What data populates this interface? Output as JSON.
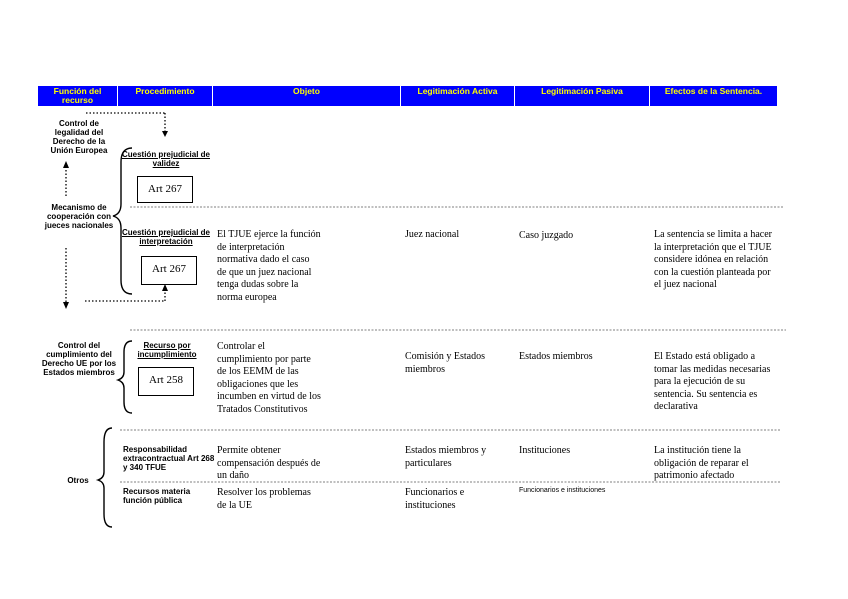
{
  "headers": [
    "Función del recurso",
    "Procedimiento",
    "Objeto",
    "Legitimación Activa",
    "Legitimación Pasiva",
    "Efectos de la Sentencia."
  ],
  "functions": {
    "control_legalidad": "Control de legalidad del Derecho de la Unión Europea",
    "mecanismo": "Mecanismo de cooperación con jueces nacionales",
    "control_cumplimiento": "Control del cumplimiento del Derecho UE por los Estados miembros",
    "otros": "Otros"
  },
  "rows": {
    "validez": {
      "procedimiento": "Cuestión prejudicial de validez",
      "articulo": "Art 267"
    },
    "interpretacion": {
      "procedimiento": "Cuestión prejudicial de interpretación",
      "articulo": "Art 267",
      "objeto": "El TJUE ejerce la función de interpretación normativa dado el caso de que un juez nacional tenga dudas sobre la norma europea",
      "activa": "Juez nacional",
      "pasiva": "Caso juzgado",
      "efectos": "La sentencia se limita a hacer la interpretación que el TJUE considere idónea en relación con la cuestión planteada por el juez nacional"
    },
    "incumplimiento": {
      "procedimiento": "Recurso por incumplimiento",
      "articulo": "Art 258",
      "objeto": "Controlar el cumplimiento por parte de los EEMM de las obligaciones que les incumben en virtud de los Tratados Constitutivos",
      "activa": "Comisión y Estados miembros",
      "pasiva": "Estados miembros",
      "efectos": "El Estado está obligado a tomar las medidas necesarias para la ejecución de su sentencia. Su sentencia es declarativa"
    },
    "responsabilidad": {
      "procedimiento": "Responsabilidad extracontractual Art 268 y 340 TFUE",
      "objeto": "Permite obtener compensación después de un daño",
      "activa": "Estados miembros y particulares",
      "pasiva": "Instituciones",
      "efectos": "La institución tiene la obligación de reparar el patrimonio afectado"
    },
    "funcion_publica": {
      "procedimiento": "Recursos materia función pública",
      "objeto": "Resolver los problemas de la UE",
      "activa": "Funcionarios e instituciones",
      "pasiva": "Funcionarios e instituciones"
    }
  }
}
